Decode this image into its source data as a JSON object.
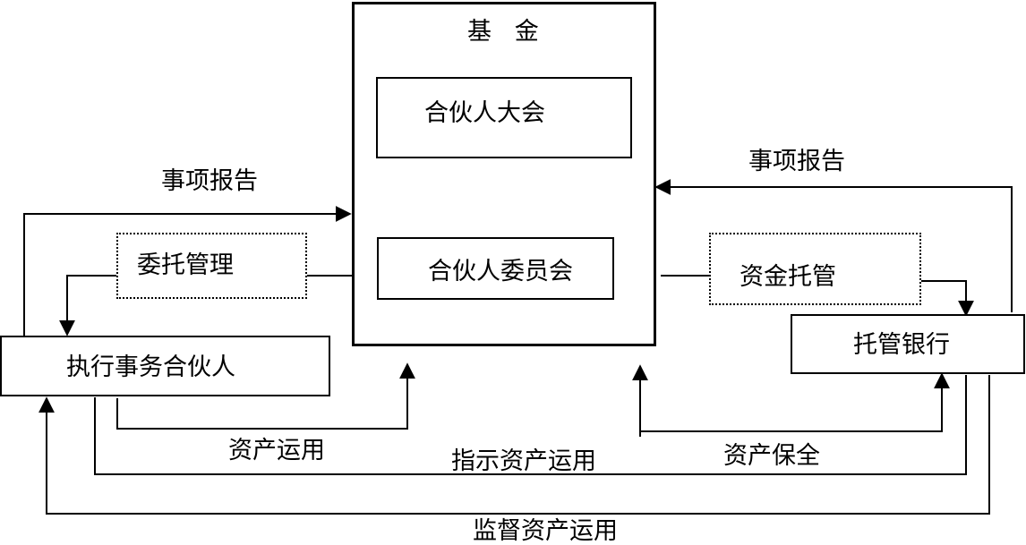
{
  "fund": {
    "title": "基   金",
    "partners_meeting": "合伙人大会",
    "partners_committee": "合伙人委员会"
  },
  "entities": {
    "executive_partner": "执行事务合伙人",
    "custodian_bank": "托管银行"
  },
  "relations": {
    "entrusted_management": "委托管理",
    "fund_custody": "资金托管",
    "report_left": "事项报告",
    "report_right": "事项报告",
    "asset_operation": "资产运用",
    "instruct_asset_operation": "指示资产运用",
    "asset_safekeeping": "资产保全",
    "supervise_asset_operation": "监督资产运用"
  },
  "colors": {
    "line": "#000000",
    "background": "#ffffff"
  }
}
